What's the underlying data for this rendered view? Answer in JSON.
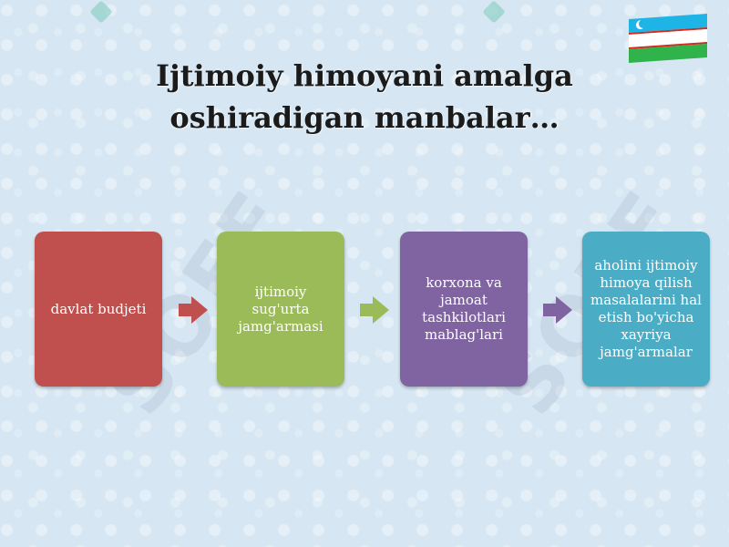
{
  "slide": {
    "title": "Ijtimoiy himoyani amalga oshiradigan manbalar…",
    "watermark": "SOFF",
    "flag_icon": "uzbekistan-flag-icon"
  },
  "flow": {
    "steps": [
      {
        "label": "davlat budjeti",
        "color": "#c0504d"
      },
      {
        "label": "ijtimoiy sug'urta jamg'armasi",
        "color": "#9bbb59"
      },
      {
        "label": "korxona va jamoat tashkilotlari mablag'lari",
        "color": "#8064a2"
      },
      {
        "label": "aholini ijtimoiy himoya qilish masalalarini hal etish bo'yicha xayriya jamg'armalar",
        "color": "#4bacc6"
      }
    ],
    "arrows": [
      {
        "icon": "right-arrow-icon",
        "color": "#c0504d"
      },
      {
        "icon": "right-arrow-icon",
        "color": "#9bbb59"
      },
      {
        "icon": "right-arrow-icon",
        "color": "#8064a2"
      }
    ]
  }
}
